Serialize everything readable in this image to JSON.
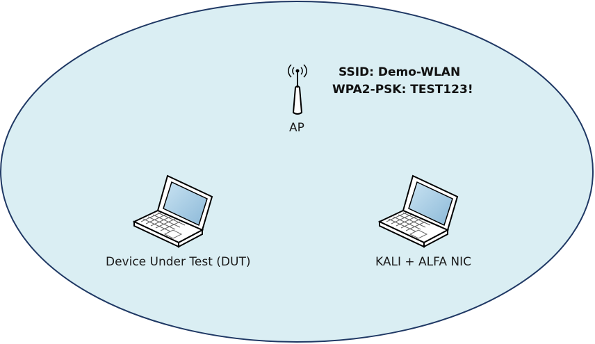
{
  "network": {
    "fill_color": "#daeef3",
    "stroke_color": "#1f3864"
  },
  "ap": {
    "label": "AP",
    "icon": "wireless-access-point-icon",
    "ssid_line": "SSID: Demo-WLAN",
    "psk_line": "WPA2-PSK: TEST123!"
  },
  "dut": {
    "label": "Device Under Test (DUT)",
    "icon": "laptop-icon"
  },
  "kali": {
    "label": "KALI + ALFA NIC",
    "icon": "laptop-icon"
  }
}
